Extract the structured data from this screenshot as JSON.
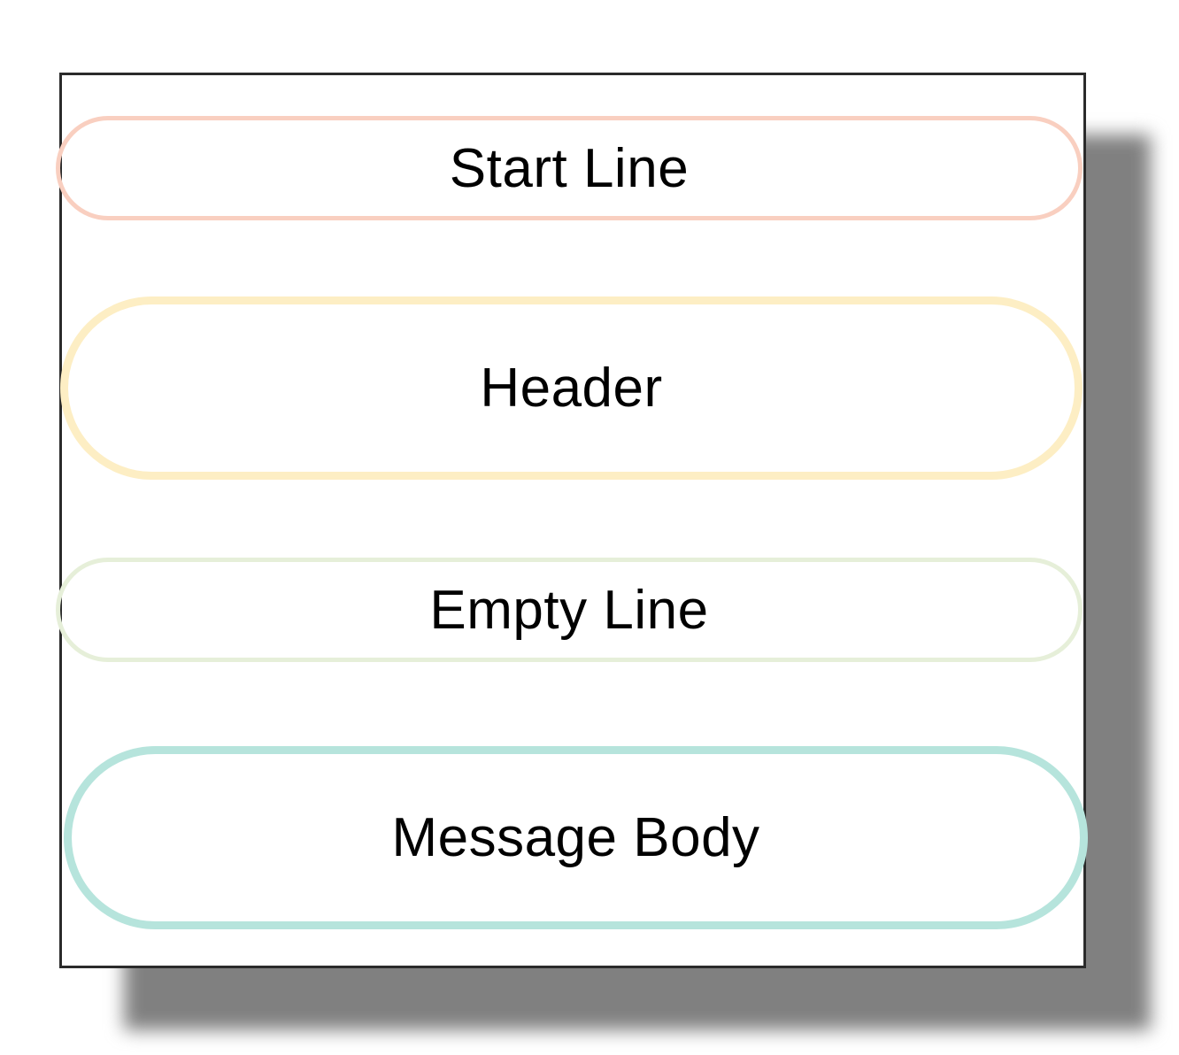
{
  "diagram": {
    "sections": [
      {
        "label": "Start Line",
        "color": "#f9cfc0"
      },
      {
        "label": "Header",
        "color": "#fdeec4"
      },
      {
        "label": "Empty Line",
        "color": "#e6efd9"
      },
      {
        "label": "Message Body",
        "color": "#b6e4dc"
      }
    ]
  }
}
